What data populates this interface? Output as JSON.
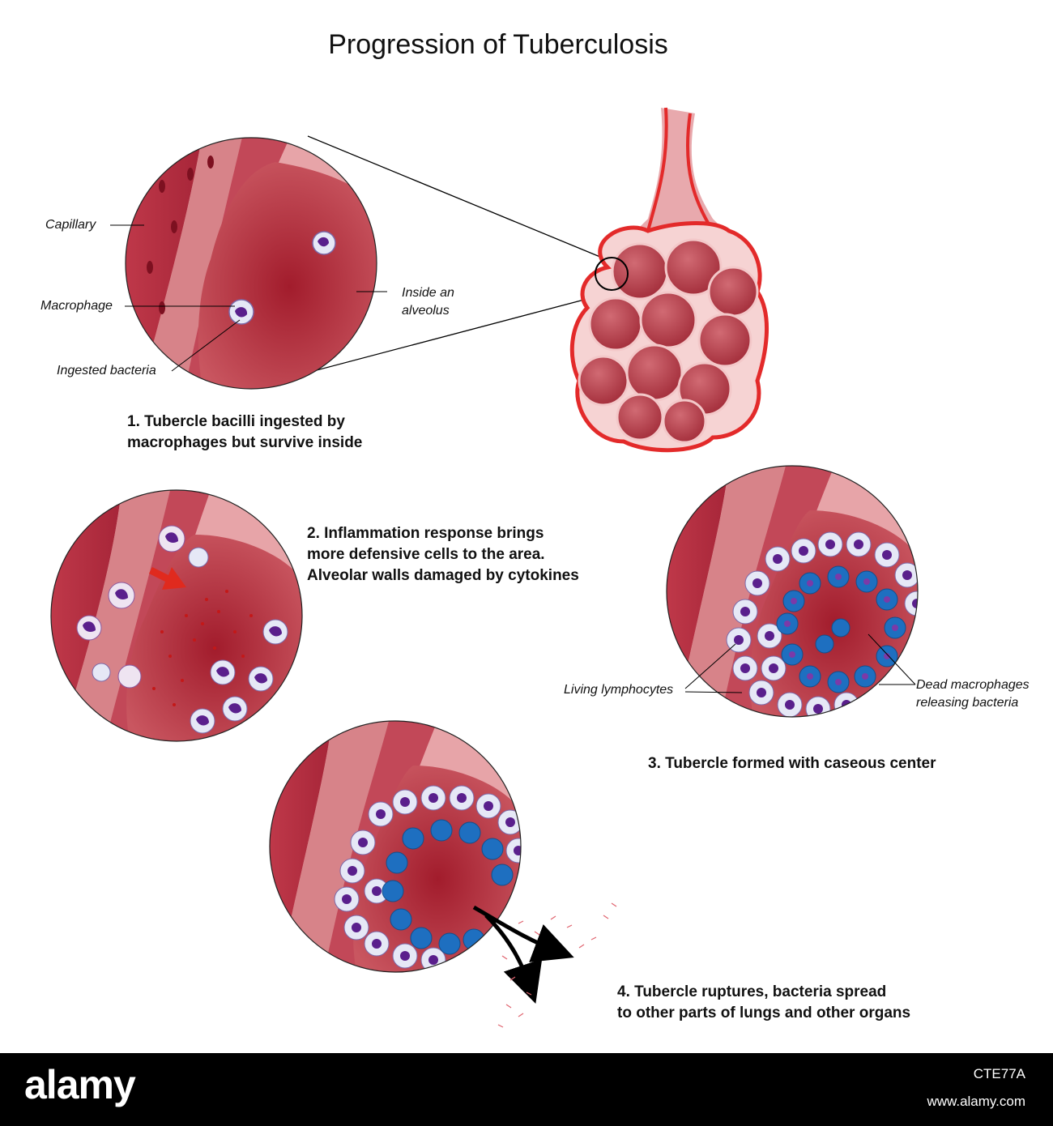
{
  "title": "Progression of Tuberculosis",
  "labels": {
    "capillary": "Capillary",
    "macrophage": "Macrophage",
    "ingested_bacteria": "Ingested bacteria",
    "inside_alveolus_1": "Inside an",
    "inside_alveolus_2": "alveolus",
    "living_lymphocytes": "Living lymphocytes",
    "dead_macrophages_1": "Dead macrophages",
    "dead_macrophages_2": "releasing bacteria"
  },
  "steps": [
    {
      "line1": "1. Tubercle bacilli ingested by",
      "line2": "macrophages but survive inside"
    },
    {
      "line1": "2. Inflammation response brings",
      "line2": "more defensive cells to the area.",
      "line3": "Alveolar walls damaged by cytokines"
    },
    {
      "line1": "3. Tubercle formed with caseous center"
    },
    {
      "line1": "4. Tubercle ruptures, bacteria spread",
      "line2": "to other parts of lungs and other organs"
    }
  ],
  "footer": {
    "brand": "alamy",
    "image_code": "CTE77A",
    "url": "www.alamy.com"
  },
  "colors": {
    "tissue": "#b02a3c",
    "alveolus": "#a0202e",
    "outline_red": "#e32a2a",
    "lymphocyte_nucleus": "#5a1f8c",
    "dead_macrophage": "#1e6fc0",
    "footer_bg": "#000000"
  }
}
